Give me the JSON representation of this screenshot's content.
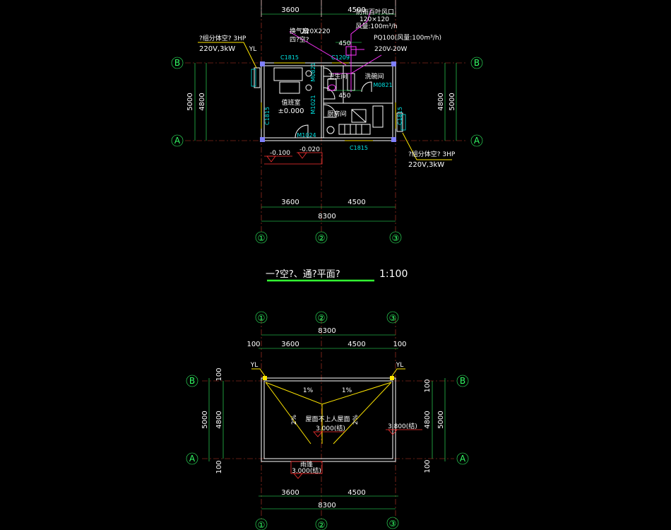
{
  "plan1": {
    "dims": {
      "left": "3600",
      "right": "4500",
      "total": "8300",
      "bay": "5000",
      "inner": "4800"
    },
    "axes": {
      "a": "A",
      "b": "B",
      "n1": "①",
      "n2": "②",
      "n3": "③"
    },
    "windows": {
      "c1815": "C1815",
      "c1209": "C1209"
    },
    "doors": {
      "m0821": "M0821",
      "m1021": "M1021",
      "m1024": "M1024"
    },
    "ac_left": {
      "line1": "?组分体空? 3HP",
      "line2": "220V,3kW"
    },
    "ac_right": {
      "line1": "?组分体空? 3HP",
      "line2": "220V,3kW"
    },
    "yl": "YL",
    "room_floor_level": "±0.000",
    "exterior_levels": {
      "l1": "-0.100",
      "l2": "-0.020"
    },
    "vent": {
      "label": "换气扇",
      "size": "220X220",
      "note": "四?空?",
      "outlet_title": "防雨百叶风口",
      "outlet_size": "120×120",
      "outlet_flow": "风量:100m³/h",
      "fan": "PQ100(风量:100m³/h)",
      "power": "220V-20W",
      "spacing1": "450",
      "spacing2": "450"
    },
    "rooms": {
      "office": "值班室",
      "toilet": "卫生间",
      "pantry": "洗碗间",
      "kitchen": "厨房间"
    }
  },
  "title": {
    "name": "一?空?、通?平面?",
    "scale": "1:100"
  },
  "plan2": {
    "dims": {
      "left": "3600",
      "right": "4500",
      "total": "8300",
      "edge": "100",
      "bay": "5000",
      "inner": "4800"
    },
    "axes": {
      "a": "A",
      "b": "B",
      "n1": "①",
      "n2": "②",
      "n3": "③"
    },
    "yl": "YL",
    "slope1": "1%",
    "slope2": "2%",
    "roof_label": "屋面不上人屋面",
    "roof_level": "3.000(结)",
    "parapet_level": "3.800(结)",
    "canopy_label": "雨篷",
    "canopy_level": "3.000(结)"
  }
}
